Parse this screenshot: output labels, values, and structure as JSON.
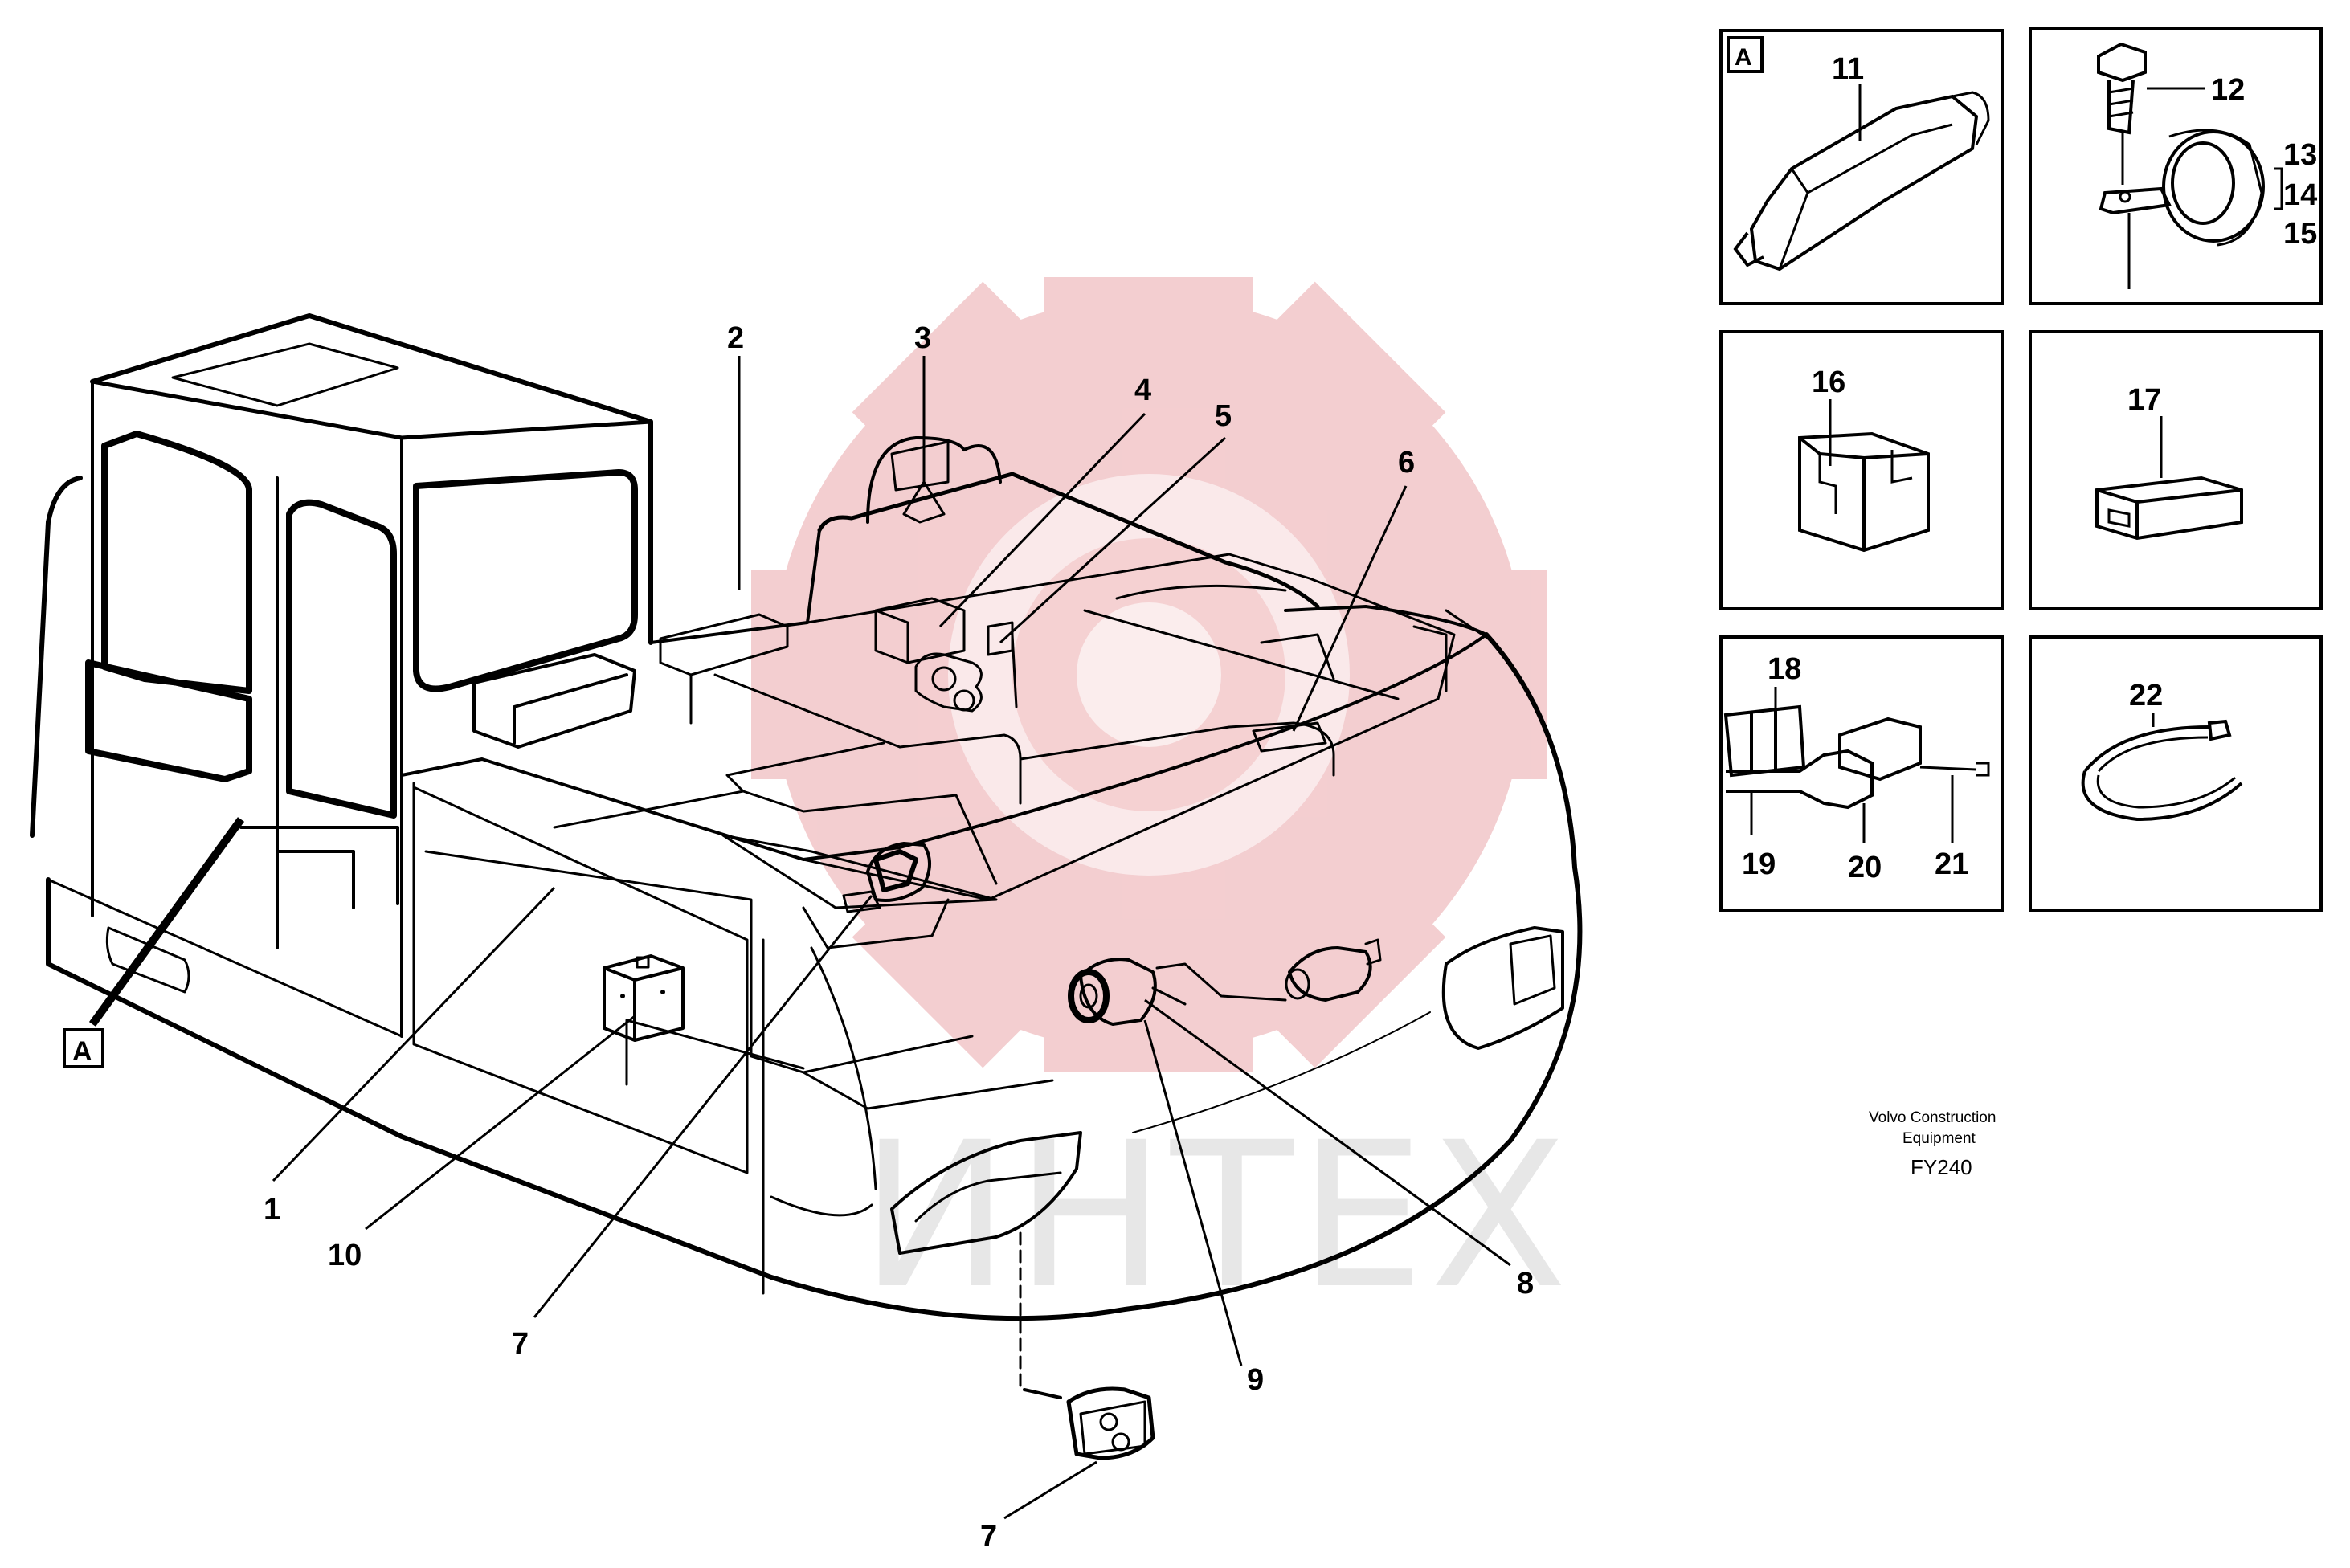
{
  "watermark": {
    "text": "ИНТЕХ",
    "gear_color": "#f2c6c8"
  },
  "callouts": {
    "c1": "1",
    "c2": "2",
    "c3": "3",
    "c4": "4",
    "c5": "5",
    "c6": "6",
    "c7a": "7",
    "c7b": "7",
    "c8": "8",
    "c9": "9",
    "c10": "10",
    "c11": "11",
    "c12": "12",
    "c13": "13",
    "c14": "14",
    "c15": "15",
    "c16": "16",
    "c17": "17",
    "c18": "18",
    "c19": "19",
    "c20": "20",
    "c21": "21",
    "c22": "22"
  },
  "detail_label": "A",
  "detail_marker": "A",
  "footer": {
    "maker_line1": "Volvo Construction",
    "maker_line2": "Equipment",
    "code": "FY240"
  }
}
